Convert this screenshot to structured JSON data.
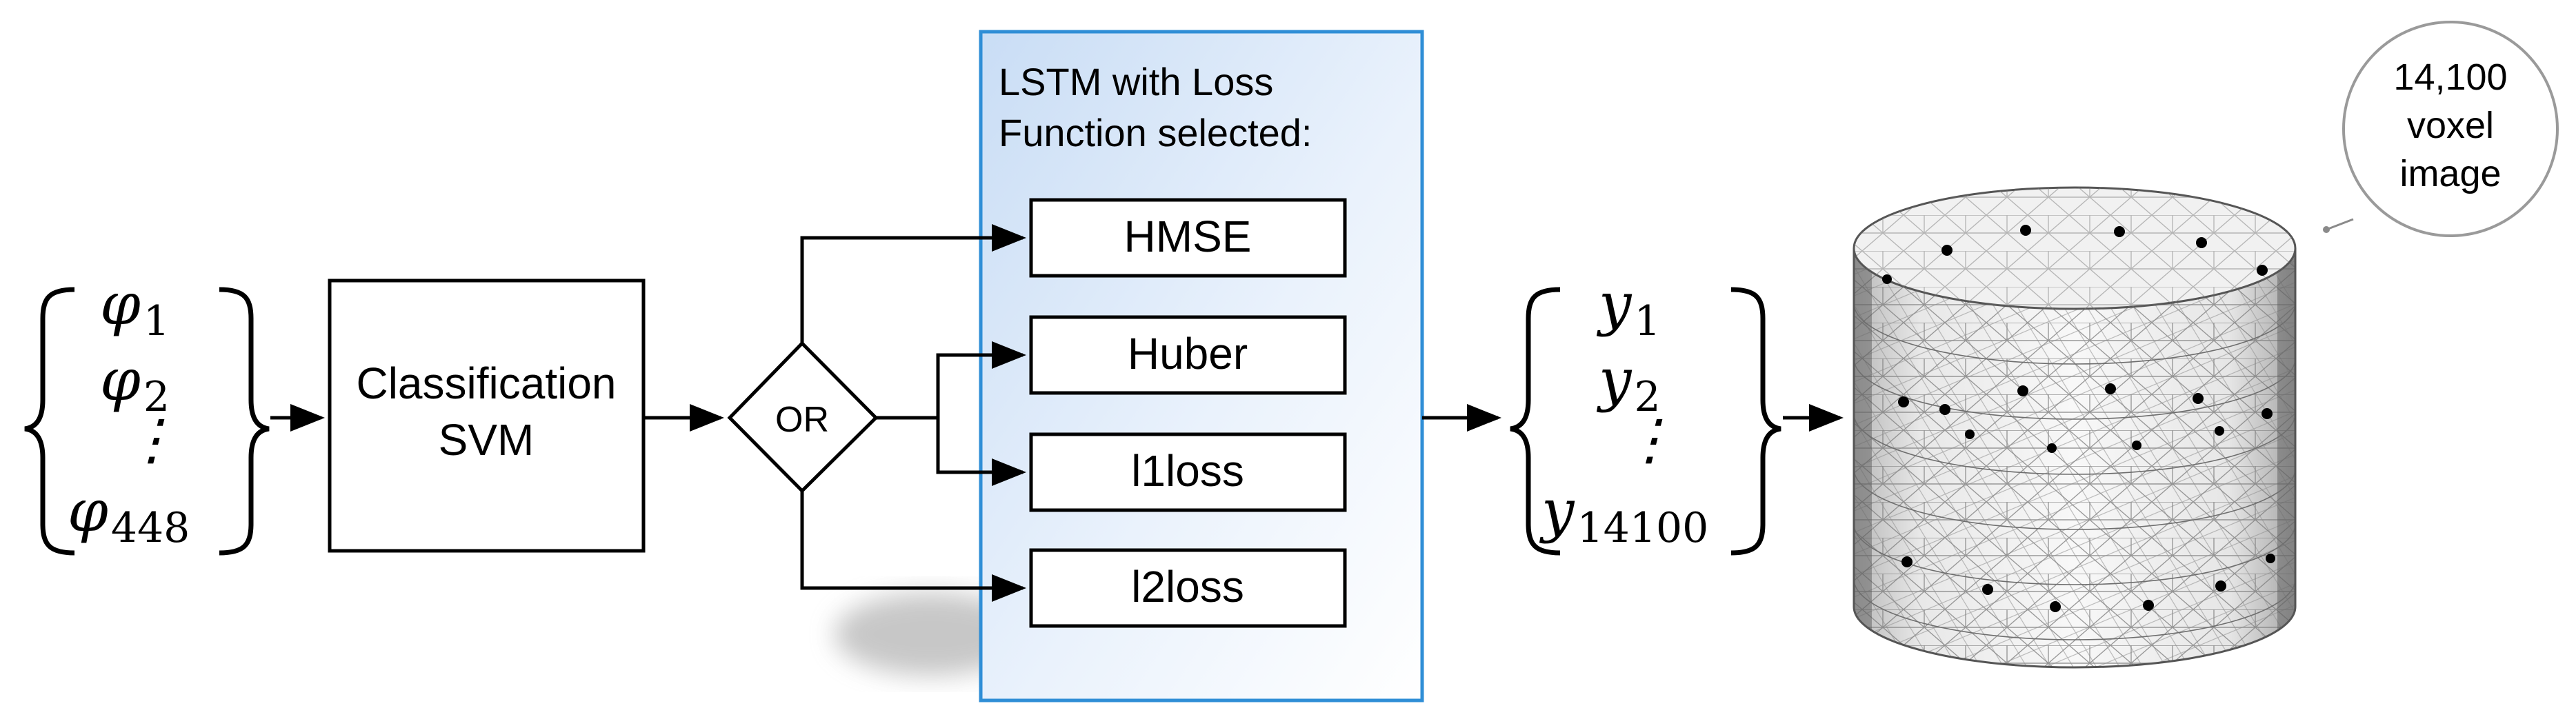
{
  "inputs": {
    "items": [
      "φ",
      "φ",
      "⋮",
      "φ"
    ],
    "subscripts": [
      "1",
      "2",
      "",
      "448"
    ]
  },
  "classifier": {
    "line1": "Classification",
    "line2": "SVM"
  },
  "decision": {
    "label": "OR"
  },
  "lstm_panel": {
    "title_line1": "LSTM with Loss",
    "title_line2": "Function selected:",
    "loss_options": [
      "HMSE",
      "Huber",
      "l1loss",
      "l2loss"
    ],
    "accent_color": "#2f8ed6"
  },
  "outputs": {
    "items": [
      "y",
      "y",
      "⋮",
      "y"
    ],
    "subscripts": [
      "1",
      "2",
      "",
      "14100"
    ]
  },
  "callout": {
    "line1": "14,100",
    "line2": "voxel",
    "line3": "image"
  }
}
